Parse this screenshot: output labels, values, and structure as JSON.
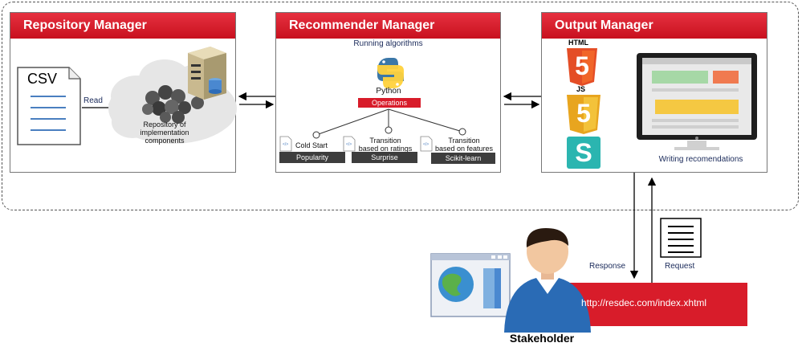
{
  "repository": {
    "title": "Repository Manager",
    "csv_label": "CSV",
    "read_label": "Read",
    "repo_label_1": "Repository of",
    "repo_label_2": "implementation",
    "repo_label_3": "components"
  },
  "recommender": {
    "title": "Recommender Manager",
    "running_label": "Running algorithms",
    "python_label": "Python",
    "operations_label": "Operations",
    "branches": [
      {
        "label_1": "Cold Start",
        "label_2": "",
        "bar": "Popularity"
      },
      {
        "label_1": "Transition",
        "label_2": "based on ratings",
        "bar": "Surprise"
      },
      {
        "label_1": "Transition",
        "label_2": "based on features",
        "bar": "Scikit-learn"
      }
    ]
  },
  "output": {
    "title": "Output Manager",
    "html_label": "HTML",
    "html_num": "5",
    "js_label": "JS",
    "js_num": "5",
    "s_label": "S",
    "writing_label": "Writing recomendations"
  },
  "bottom": {
    "response_label": "Response",
    "request_label": "Request",
    "url": "http://resdec.com/index.xhtml",
    "stakeholder_label": "Stakeholder"
  },
  "colors": {
    "red": "#d81c2a",
    "dark": "#3d3d3d",
    "blue_text": "#1a2a5a"
  }
}
